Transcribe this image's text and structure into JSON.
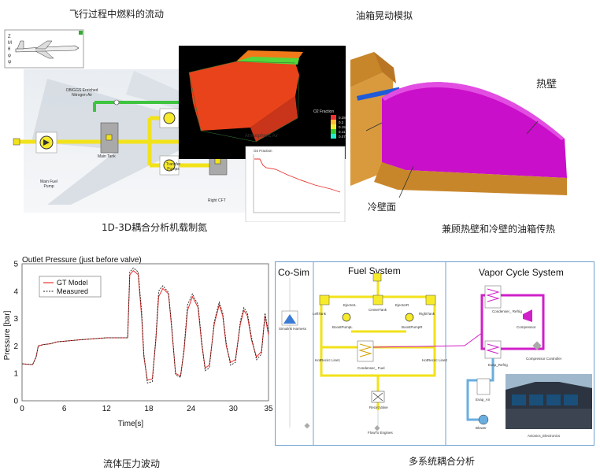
{
  "captions": {
    "fuel_flow": "飞行过程中燃料的流动",
    "tank_slosh": "油箱晃动模拟",
    "nitrogen": "1D-3D耦合分析机载制氮",
    "heat_transfer": "兼顾热壁和冷壁的油箱传热",
    "pressure_wave": "流体压力波动",
    "multi_system": "多系统耦合分析"
  },
  "panel_fuel": {
    "obiggs_label": "OBIGGS Enriched Nitrogen Air",
    "main_tank": "Main Tank",
    "main_fuel_pump": "Main Fuel Pump",
    "transfer_pumps": "Transfer Pumps",
    "right_cft": "Right CFT",
    "atmospheric_air": "Atmospheric Air",
    "o2_fraction_title": "O2 Fraction",
    "o2_ticks": [
      "0.28",
      "0.2",
      "0.15",
      "0.11",
      "0.07"
    ],
    "mini_chart_title": "O2 Fraction"
  },
  "panel_slosh": {
    "hot_wall": "热壁",
    "cold_wall": "冷壁面"
  },
  "chart_data": {
    "type": "line",
    "title": "Outlet Pressure (just before valve)",
    "xlabel": "Time[s]",
    "ylabel": "Pressure [bar]",
    "xlim": [
      0,
      35
    ],
    "ylim": [
      0,
      5
    ],
    "x_ticks": [
      0,
      6,
      12,
      18,
      24,
      30,
      35
    ],
    "y_ticks": [
      0,
      1,
      2,
      3,
      4,
      5
    ],
    "legend": "top-left",
    "series": [
      {
        "name": "GT Model",
        "color": "#e8332e",
        "dash": false,
        "x": [
          0,
          1.5,
          2,
          2.3,
          3,
          4,
          5,
          8,
          12,
          15,
          15.3,
          15.8,
          16.5,
          17,
          17.3,
          17.8,
          18.5,
          19,
          19.4,
          20,
          20.8,
          21.3,
          21.8,
          22.5,
          23,
          23.5,
          24.2,
          25,
          25.5,
          26,
          26.6,
          27.3,
          28,
          28.5,
          29,
          29.6,
          30.3,
          31,
          31.5,
          32,
          32.6,
          33.3,
          34,
          34.5,
          35
        ],
        "y": [
          1.35,
          1.32,
          1.6,
          2.0,
          2.05,
          2.08,
          2.15,
          2.22,
          2.3,
          2.3,
          4.6,
          4.75,
          4.6,
          3.0,
          1.6,
          0.75,
          0.8,
          2.2,
          3.8,
          4.1,
          3.9,
          2.5,
          1.0,
          0.9,
          1.8,
          3.3,
          3.8,
          3.4,
          2.1,
          1.2,
          1.3,
          2.8,
          3.5,
          3.1,
          2.0,
          1.4,
          1.5,
          2.8,
          3.3,
          3.1,
          2.2,
          1.6,
          1.8,
          3.1,
          2.4
        ]
      },
      {
        "name": "Measured",
        "color": "#222222",
        "dash": true,
        "x": [
          0,
          1.5,
          2,
          2.3,
          3,
          4,
          5,
          8,
          12,
          15,
          15.3,
          15.8,
          16.5,
          17,
          17.3,
          17.8,
          18.5,
          19,
          19.4,
          20,
          20.8,
          21.3,
          21.8,
          22.5,
          23,
          23.5,
          24.2,
          25,
          25.5,
          26,
          26.6,
          27.3,
          28,
          28.5,
          29,
          29.6,
          30.3,
          31,
          31.5,
          32,
          32.6,
          33.3,
          34,
          34.5,
          35
        ],
        "y": [
          1.35,
          1.32,
          1.6,
          2.0,
          2.05,
          2.08,
          2.15,
          2.22,
          2.3,
          2.3,
          4.7,
          4.85,
          4.7,
          3.2,
          1.7,
          0.65,
          0.7,
          2.3,
          4.0,
          4.2,
          3.95,
          2.6,
          0.95,
          0.85,
          1.9,
          3.5,
          3.9,
          3.5,
          2.2,
          1.1,
          1.2,
          2.9,
          3.6,
          3.2,
          2.1,
          1.3,
          1.4,
          2.9,
          3.4,
          3.2,
          2.3,
          1.5,
          1.7,
          3.2,
          2.5
        ]
      }
    ]
  },
  "panel_multi": {
    "co_sim": "Co-Sim",
    "fuel_system": "Fuel System",
    "vapor_cycle": "Vapor Cycle System",
    "simulink": "Simulink Harness",
    "left_tank": "LeftTank",
    "center_tank": "CenterTank",
    "right_tank": "RightTank",
    "ejector_l": "EjectorL",
    "ejector_r": "EjectorR",
    "boost_l": "BoostPumpL",
    "boost_r": "BoostPumpR",
    "hot_recirc_1": "HotRecirc Line1",
    "hot_recirc_2": "HotRecirc Line2",
    "condenser_fuel": "Condenser_ Fuel",
    "recirc_valve": "RecircValve",
    "flow_to_engines": "FlowTo Engines",
    "condenser_refrig": "Condenser_ Refrig",
    "compressor": "Compressor",
    "compressor_controller": "Compressor Controller",
    "evap_refrig": "Evap_Refrig",
    "evap_air": "Evap_Air",
    "blower": "Blower",
    "avionics": "Avionics_Electronics"
  }
}
